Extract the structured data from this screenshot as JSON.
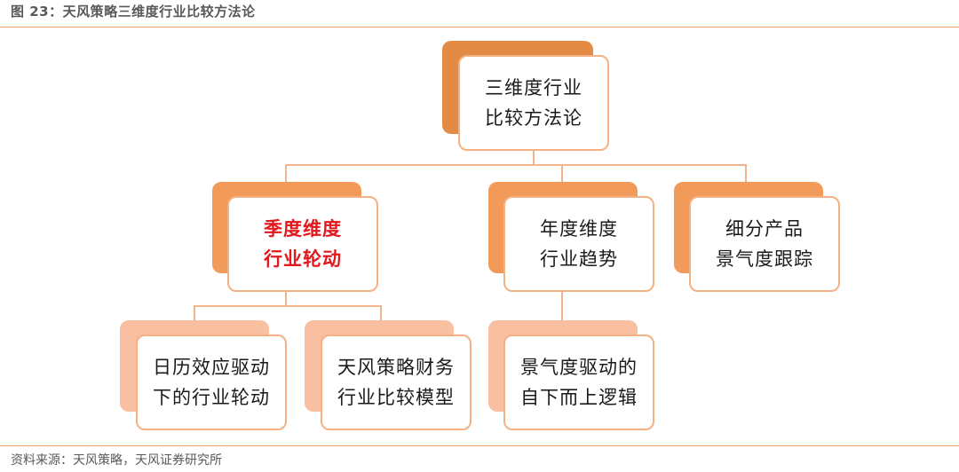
{
  "figure": {
    "title": "图 23：天风策略三维度行业比较方法论",
    "source": "资料来源：天风策略，天风证券研究所"
  },
  "colors": {
    "rule": "#e8a272",
    "connector": "#f2b48c",
    "root_back": "#e38b44",
    "level1_back": "#f29a5a",
    "level2_back": "#f8bfa0",
    "highlight_text": "#e0191e"
  },
  "tree": {
    "root": {
      "lines": [
        "三维度行业",
        "比较方法论"
      ]
    },
    "level1": [
      {
        "lines": [
          "季度维度",
          "行业轮动"
        ]
      },
      {
        "lines": [
          "年度维度",
          "行业趋势"
        ]
      },
      {
        "lines": [
          "细分产品",
          "景气度跟踪"
        ]
      }
    ],
    "level2": [
      {
        "lines": [
          "日历效应驱动",
          "下的行业轮动"
        ]
      },
      {
        "lines": [
          "天风策略财务",
          "行业比较模型"
        ]
      },
      {
        "lines": [
          "景气度驱动的",
          "自下而上逻辑"
        ]
      }
    ]
  }
}
